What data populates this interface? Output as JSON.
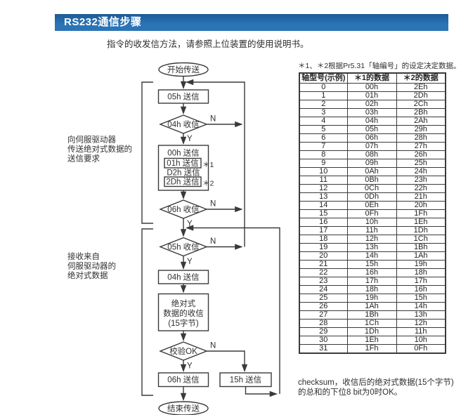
{
  "header": {
    "title": "RS232通信步骤",
    "subtitle": "指令的收发信方法，请参照上位装置的使用说明书。"
  },
  "flowchart": {
    "start": "开始传送",
    "end": "结束传送",
    "send_05h": "05h 送信",
    "recv_04h": "04h 收信",
    "send_00h": "00h 送信",
    "send_01h": "01h 送信",
    "send_D2h": "D2h 送信",
    "send_2Dh": "2Dh 送信",
    "note1": "＊1",
    "note2": "＊2",
    "recv_06h": "06h 收信",
    "recv_05h": "05h 收信",
    "send_04h": "04h 送信",
    "abs_recv_lines": [
      "绝对式",
      "数据的收信",
      "(15字节)"
    ],
    "check_ok": "校验OK",
    "send_06h": "06h 送信",
    "send_15h": "15h 送信",
    "yes": "Y",
    "no": "N",
    "label_send_request": [
      "向伺服驱动器",
      "传送绝对式数据的",
      "送信要求"
    ],
    "label_receive_data": [
      "接收来自",
      "伺服驱动器的",
      "绝对式数据"
    ]
  },
  "table": {
    "note": "＊1、＊2根据Pr5.31「轴编号」的设定决定数据。",
    "headers": [
      "轴型号(示例)",
      "＊1的数据",
      "＊2的数据"
    ],
    "rows": [
      [
        "0",
        "00h",
        "2Eh"
      ],
      [
        "1",
        "01h",
        "2Dh"
      ],
      [
        "2",
        "02h",
        "2Ch"
      ],
      [
        "3",
        "03h",
        "2Bh"
      ],
      [
        "4",
        "04h",
        "2Ah"
      ],
      [
        "5",
        "05h",
        "29h"
      ],
      [
        "6",
        "06h",
        "28h"
      ],
      [
        "7",
        "07h",
        "27h"
      ],
      [
        "8",
        "08h",
        "26h"
      ],
      [
        "9",
        "09h",
        "25h"
      ],
      [
        "10",
        "0Ah",
        "24h"
      ],
      [
        "11",
        "0Bh",
        "23h"
      ],
      [
        "12",
        "0Ch",
        "22h"
      ],
      [
        "13",
        "0Dh",
        "21h"
      ],
      [
        "14",
        "0Eh",
        "20h"
      ],
      [
        "15",
        "0Fh",
        "1Fh"
      ],
      [
        "16",
        "10h",
        "1Eh"
      ],
      [
        "17",
        "11h",
        "1Dh"
      ],
      [
        "18",
        "12h",
        "1Ch"
      ],
      [
        "19",
        "13h",
        "1Bh"
      ],
      [
        "20",
        "14h",
        "1Ah"
      ],
      [
        "21",
        "15h",
        "19h"
      ],
      [
        "22",
        "16h",
        "18h"
      ],
      [
        "23",
        "17h",
        "17h"
      ],
      [
        "24",
        "18h",
        "16h"
      ],
      [
        "25",
        "19h",
        "15h"
      ],
      [
        "26",
        "1Ah",
        "14h"
      ],
      [
        "27",
        "1Bh",
        "13h"
      ],
      [
        "28",
        "1Ch",
        "12h"
      ],
      [
        "29",
        "1Dh",
        "11h"
      ],
      [
        "30",
        "1Eh",
        "10h"
      ],
      [
        "31",
        "1Fh",
        "0Fh"
      ]
    ],
    "footnote_lines": [
      "checksum，收信后的绝对式数据(15个字节)",
      "的总和的下位8 bit为0时OK。"
    ]
  },
  "colors": {
    "header_bar": "#2B74B6",
    "line": "#3A3A3A",
    "text": "#303030"
  }
}
